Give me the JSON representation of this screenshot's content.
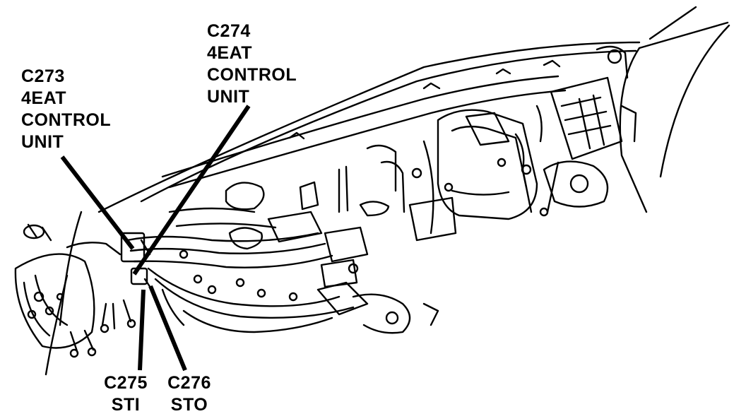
{
  "diagram": {
    "colors": {
      "ink": "#000000",
      "paper": "#ffffff"
    },
    "callouts": {
      "c273": {
        "code": "C273",
        "line1": "4EAT",
        "line2": "CONTROL",
        "line3": "UNIT"
      },
      "c274": {
        "code": "C274",
        "line1": "4EAT",
        "line2": "CONTROL",
        "line3": "UNIT"
      },
      "c275": {
        "code": "C275",
        "line1": "STI"
      },
      "c276": {
        "code": "C276",
        "line1": "STO"
      }
    }
  }
}
